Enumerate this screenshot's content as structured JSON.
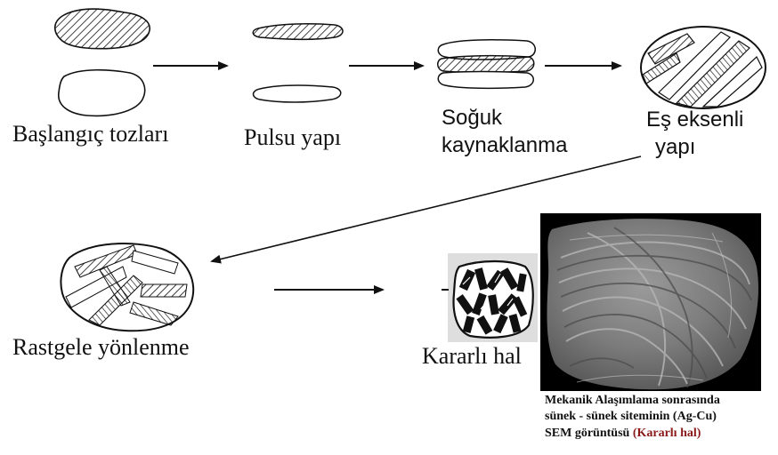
{
  "stages": {
    "start_powders": "Başlangıç tozları",
    "lamellar": "Pulsu yapı",
    "cold_welding_line1": "Soğuk",
    "cold_welding_line2": "kaynaklanma",
    "equiaxed_line1": "Eş eksenli",
    "equiaxed_line2": "yapı",
    "random_orientation": "Rastgele yönlenme",
    "steady_state": "Kararlı hal"
  },
  "caption": {
    "line1": "Mekanik Alaşımlama sonrasında",
    "line2": "sünek - sünek siteminin (Ag-Cu)",
    "line3_prefix": "SEM görüntüsü ",
    "line3_highlight": "(Kararlı hal)"
  },
  "colors": {
    "highlight": "#8b1a1a",
    "sem_background": "#000000",
    "inset_background": "#dedede"
  },
  "icons": [
    "hatched-powder-particle",
    "plain-powder-particle",
    "flake-particle",
    "cold-welded-layers",
    "equiaxed-particle",
    "random-orientation-particle",
    "steady-state-particle",
    "sem-micrograph",
    "arrow"
  ]
}
